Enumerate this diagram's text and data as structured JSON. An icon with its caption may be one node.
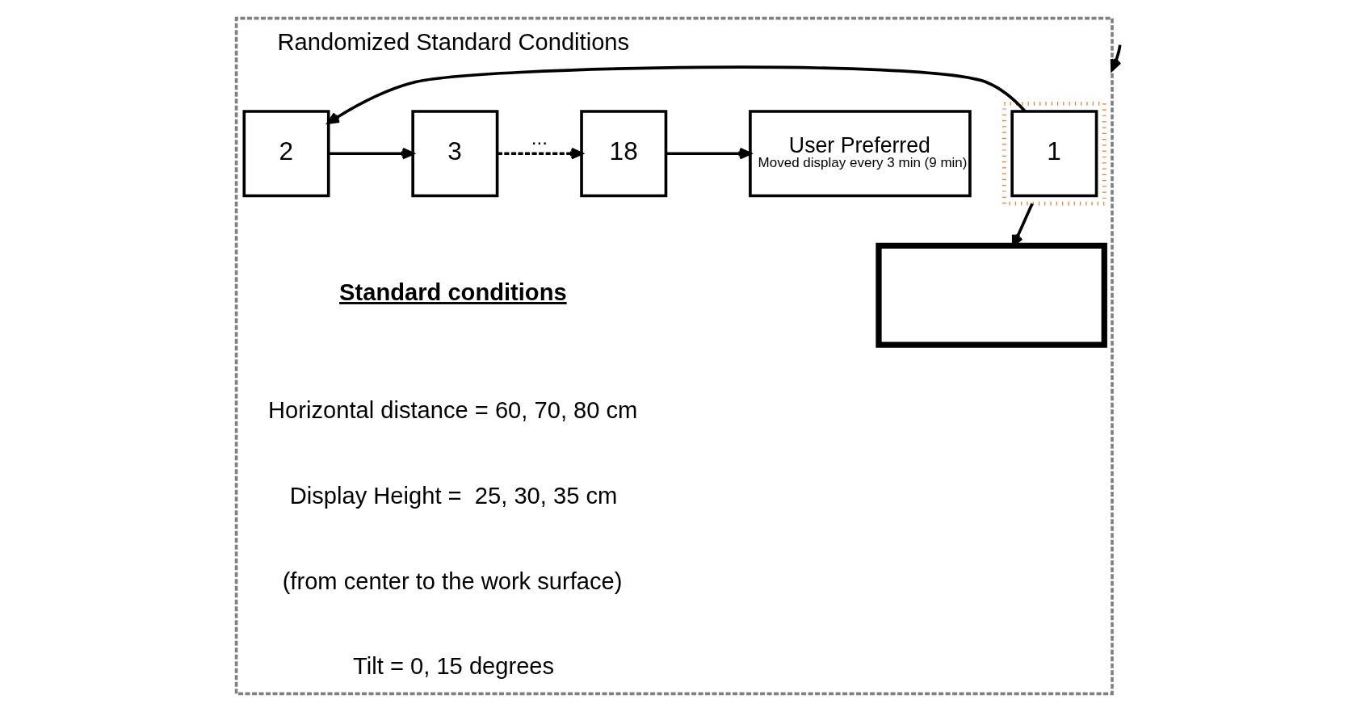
{
  "diagram": {
    "nodes": [
      {
        "text": [],
        "shape": "box"
      },
      {
        "text": [],
        "shape": "box",
        "in": 0
      },
      {
        "text": [
          "1"
        ],
        "in": 1
      },
      {
        "text": [
          "2"
        ],
        "in": 0
      },
      {
        "text": [
          "3"
        ],
        "in": 0
      },
      {
        "text": [
          "18"
        ],
        "in": 0
      },
      {
        "text": [
          "User Preferred",
          "Moved display every 3 min (9 min)"
        ],
        "in": 0
      },
      {
        "text": [],
        "shape": "box",
        "in": 0
      }
    ],
    "edges": [
      {
        "from": null,
        "to": 0,
        "arrow": "to"
      },
      {
        "from": 2,
        "to": 3,
        "arrow": "to"
      },
      {
        "from": 3,
        "to": 4,
        "arrow": "to"
      },
      {
        "from": 4,
        "to": 5,
        "arrow": "to",
        "style": "dashed",
        "label": "..."
      },
      {
        "from": 5,
        "to": 6,
        "arrow": "to"
      },
      {
        "from": 1,
        "to": 7,
        "arrow": "to"
      }
    ],
    "labels": [
      "Randomized Standard Conditions",
      "Standard conditions",
      "Horizontal distance = 60, 70, 80 cm",
      "Display Height =  25, 30, 35 cm",
      "(from center to the work surface)",
      "Tilt = 0, 15 degrees"
    ]
  }
}
